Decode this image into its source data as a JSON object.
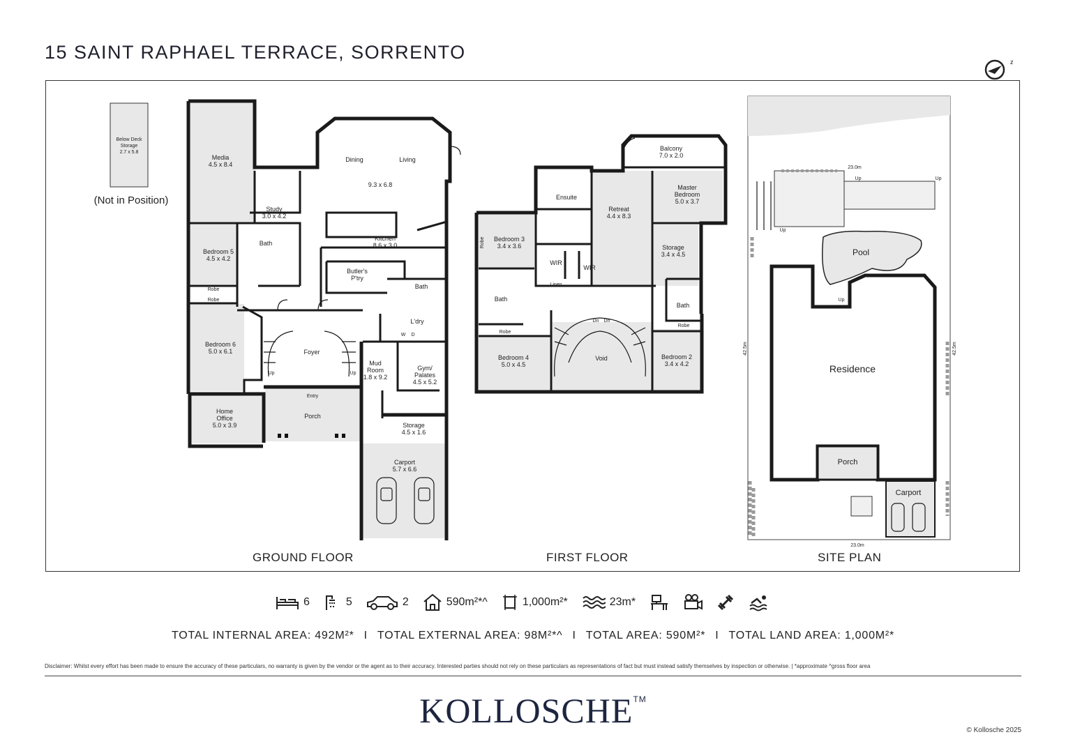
{
  "title": "15 SAINT RAPHAEL TERRACE, SORRENTO",
  "compass_label": "z",
  "ground_floor": {
    "label": "GROUND FLOOR",
    "note": "(Not in Position)",
    "rooms": {
      "below_deck": [
        "Below Deck",
        "Storage",
        "2.7 x 5.8"
      ],
      "media": [
        "Media",
        "4.5 x 8.4"
      ],
      "study": [
        "Study",
        "3.0 x 4.2"
      ],
      "dining": "Dining",
      "living": "Living",
      "living_dims": "9.3 x 6.8",
      "kitchen": [
        "Kitchen",
        "8.6 x 3.0"
      ],
      "bath1": "Bath",
      "bedroom5": [
        "Bedroom 5",
        "4.5 x 4.2"
      ],
      "butlers": [
        "Butler's",
        "P'try"
      ],
      "bath2": "Bath",
      "robe1": "Robe",
      "robe2": "Robe",
      "laundry": "L'dry",
      "w": "W",
      "d": "D",
      "bedroom6": [
        "Bedroom 6",
        "5.0 x 6.1"
      ],
      "foyer": "Foyer",
      "up1": "Up",
      "up2": "Up",
      "mud": [
        "Mud",
        "Room",
        "1.8 x 9.2"
      ],
      "gym": [
        "Gym/",
        "Palates",
        "4.5 x 5.2"
      ],
      "entry": "Entry",
      "home_office": [
        "Home",
        "Office",
        "5.0 x 3.9"
      ],
      "porch": "Porch",
      "storage": [
        "Storage",
        "4.5 x 1.6"
      ],
      "carport": [
        "Carport",
        "5.7 x 6.6"
      ]
    }
  },
  "first_floor": {
    "label": "FIRST FLOOR",
    "rooms": {
      "balcony": [
        "Balcony",
        "7.0 x 2.0"
      ],
      "ensuite": "Ensuite",
      "retreat": [
        "Retreat",
        "4.4 x 8.3"
      ],
      "master": [
        "Master",
        "Bedroom",
        "5.0 x 3.7"
      ],
      "bedroom3": [
        "Bedroom 3",
        "3.4 x 3.6"
      ],
      "robe_v": "Robe",
      "wir1": "WIR",
      "wir2": "WIR",
      "storage": [
        "Storage",
        "3.4 x 4.5"
      ],
      "linen": "Linen",
      "bath1": "Bath",
      "bath2": "Bath",
      "dn1": "Dn",
      "dn2": "Dn",
      "robe1": "Robe",
      "robe2": "Robe",
      "bedroom4": [
        "Bedroom 4",
        "5.0 x 4.5"
      ],
      "void": "Void",
      "bedroom2": [
        "Bedroom 2",
        "3.4 x 4.2"
      ]
    }
  },
  "site_plan": {
    "label": "SITE PLAN",
    "dim_top": "23.0m",
    "dim_bottom": "23.0m",
    "dim_left": "42.5m",
    "dim_right": "42.5m",
    "pool": "Pool",
    "residence": "Residence",
    "porch": "Porch",
    "carport": "Carport",
    "up1": "Up",
    "up2": "Up",
    "up3": "Up",
    "up4": "Up"
  },
  "stats": [
    {
      "icon": "bed-icon",
      "value": "6"
    },
    {
      "icon": "shower-icon",
      "value": "5"
    },
    {
      "icon": "car-icon",
      "value": "2"
    },
    {
      "icon": "house-icon",
      "value": "590m²*^"
    },
    {
      "icon": "land-icon",
      "value": "1,000m²*"
    },
    {
      "icon": "water-icon",
      "value": "23m*"
    },
    {
      "icon": "desk-icon",
      "value": ""
    },
    {
      "icon": "cinema-icon",
      "value": ""
    },
    {
      "icon": "dumbbell-icon",
      "value": ""
    },
    {
      "icon": "swimmer-icon",
      "value": ""
    }
  ],
  "totals": {
    "internal": "TOTAL INTERNAL AREA: 492M²*",
    "external": "TOTAL EXTERNAL AREA: 98M²*^",
    "total": "TOTAL AREA: 590M²*",
    "land": "TOTAL LAND AREA: 1,000M²*",
    "separator": "I"
  },
  "disclaimer": "Disclaimer: Whilst every effort has been made to ensure the accuracy of these particulars, no warranty is given by the vendor or the agent as to their accuracy. Interested parties should not rely on these particulars as representations of fact but must instead satisfy themselves by inspection or otherwise.  |  *approximate ^gross floor area",
  "brand": {
    "name": "KOLLOSCHE",
    "tm": "TM"
  },
  "copyright": "© Kollosche 2025"
}
